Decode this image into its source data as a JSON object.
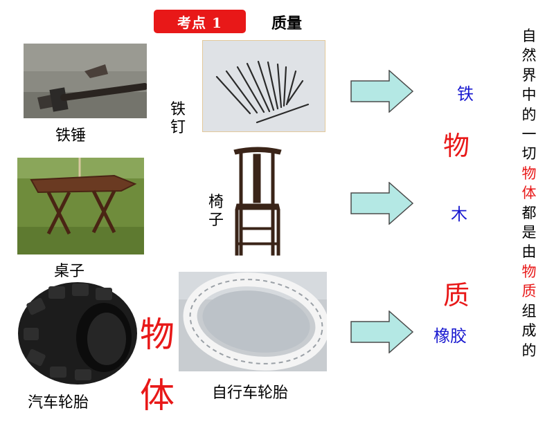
{
  "header": {
    "badge": "考点 1",
    "title": "质量"
  },
  "objects": {
    "hammer": "铁锤",
    "nail": [
      "铁",
      "钉"
    ],
    "table": "桌子",
    "chair": [
      "椅",
      "子"
    ],
    "car_tire": "汽车轮胎",
    "bike_tire": "自行车轮胎"
  },
  "object_word": [
    "物",
    "体"
  ],
  "materials": {
    "iron": "铁",
    "wood": "木",
    "rubber": "橡胶"
  },
  "substance_word": [
    "物",
    "质"
  ],
  "sidebar": [
    {
      "ch": "自",
      "red": false
    },
    {
      "ch": "然",
      "red": false
    },
    {
      "ch": "界",
      "red": false
    },
    {
      "ch": "中",
      "red": false
    },
    {
      "ch": "的",
      "red": false
    },
    {
      "ch": "一",
      "red": false
    },
    {
      "ch": "切",
      "red": false
    },
    {
      "ch": "物",
      "red": true
    },
    {
      "ch": "体",
      "red": true
    },
    {
      "ch": "都",
      "red": false
    },
    {
      "ch": "是",
      "red": false
    },
    {
      "ch": "由",
      "red": false
    },
    {
      "ch": "物",
      "red": true
    },
    {
      "ch": "质",
      "red": true
    },
    {
      "ch": "组",
      "red": false
    },
    {
      "ch": "成",
      "red": false
    },
    {
      "ch": "的",
      "red": false
    }
  ],
  "colors": {
    "accent_red": "#e81818",
    "material_blue": "#1a1ad0",
    "arrow_fill": "#b4e8e4"
  }
}
